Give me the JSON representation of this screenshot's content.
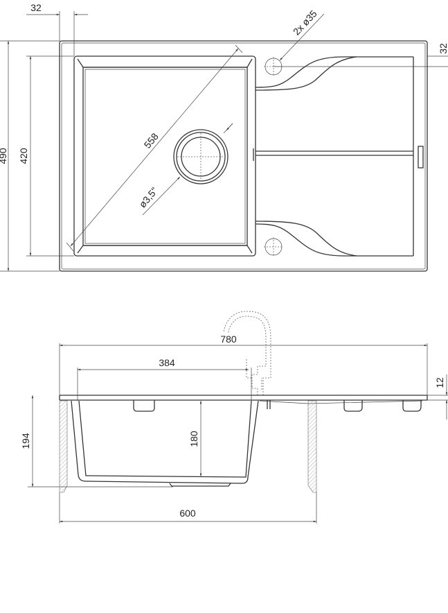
{
  "drawing": {
    "top_view": {
      "dim_overall_depth": "490",
      "dim_bowl_depth": "420",
      "dim_edge_offset_left": "32",
      "dim_edge_offset_right": "32",
      "dim_diagonal": "558",
      "dim_drain": "ø3,5\"",
      "dim_tap_holes": "2x ø35"
    },
    "side_view": {
      "dim_overall_width": "780",
      "dim_bowl_width": "384",
      "dim_bowl_inner_depth": "180",
      "dim_total_depth": "194",
      "dim_cabinet_width": "600",
      "dim_rim_thickness": "12"
    }
  }
}
